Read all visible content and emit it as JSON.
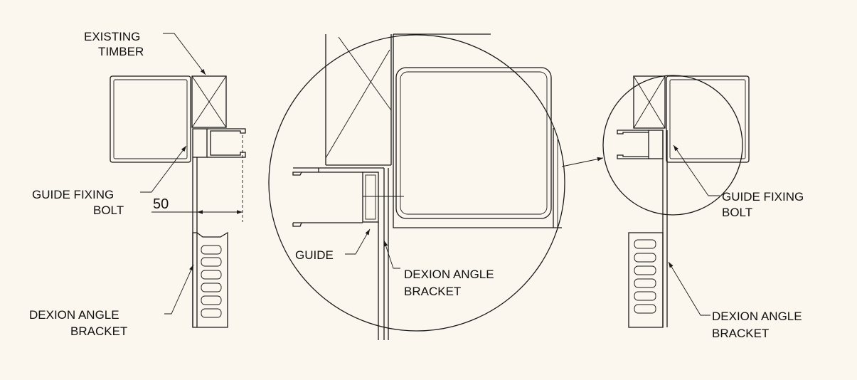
{
  "labels": {
    "existing_timber_1": "EXISTING",
    "existing_timber_2": "TIMBER",
    "guide_fixing_bolt_left_1": "GUIDE FIXING",
    "guide_fixing_bolt_left_2": "BOLT",
    "dimension": "50",
    "dexion_left_1": "DEXION ANGLE",
    "dexion_left_2": "BRACKET",
    "guide": "GUIDE",
    "dexion_center_1": "DEXION ANGLE",
    "dexion_center_2": "BRACKET",
    "guide_fixing_bolt_right_1": "GUIDE FIXING",
    "guide_fixing_bolt_right_2": "BOLT",
    "dexion_right_1": "DEXION ANGLE",
    "dexion_right_2": "BRACKET"
  },
  "colors": {
    "background": "#fbf7ee",
    "line": "#1a1a1a"
  }
}
